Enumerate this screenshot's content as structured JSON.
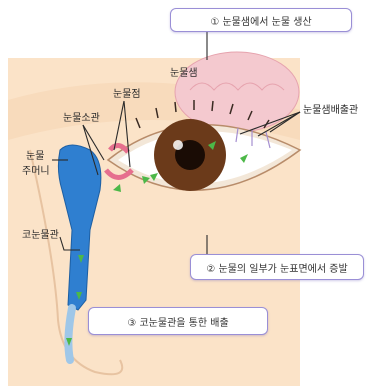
{
  "callouts": {
    "step1": "① 눈물샘에서 눈물 생산",
    "step2": "② 눈물의 일부가 눈표면에서 증발",
    "step3": "③ 코눈물관을 통한 배출"
  },
  "labels": {
    "lacrimal_gland": "눈물샘",
    "lacrimal_ducts": "눈물샘배출관",
    "lacrimal_punctum": "눈물점",
    "canaliculus": "눈물소관",
    "lacrimal_sac_line1": "눈물",
    "lacrimal_sac_line2": "주머니",
    "nasolacrimal_duct": "코눈물관"
  },
  "colors": {
    "skin": "#fbe3c8",
    "gland": "#f4c9cf",
    "duct_blue": "#2f7fd0",
    "iris": "#6b3a1a",
    "callout_border": "#9a8fd6",
    "flow_arrow": "#4cb848"
  },
  "icons": {
    "flow": "green-arrow-icon"
  }
}
